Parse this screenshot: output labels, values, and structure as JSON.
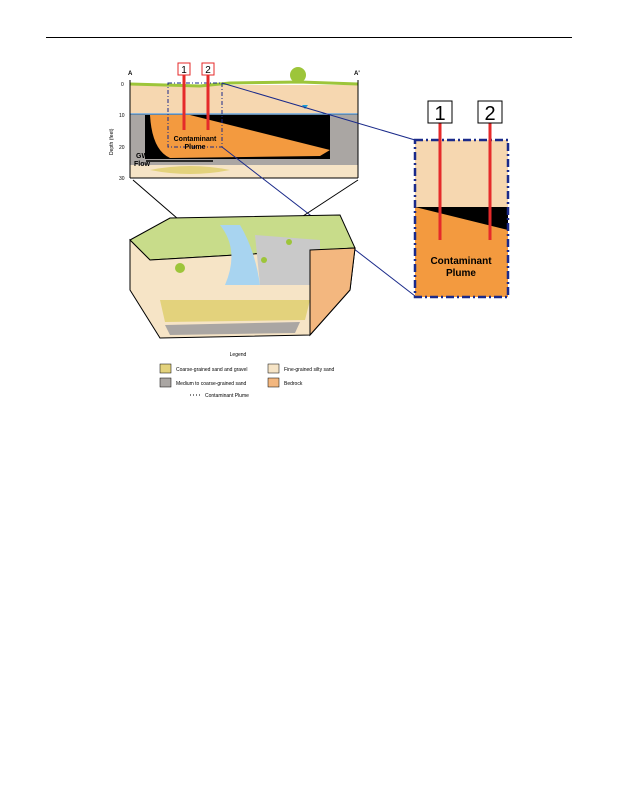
{
  "cross_section": {
    "label_a": "A",
    "label_a_prime": "A'",
    "y_axis_label": "Depth (feet)",
    "depth_ticks": [
      "0",
      "10",
      "20",
      "30"
    ],
    "well_1": "1",
    "well_2": "2",
    "plume_label_1": "Contaminant",
    "plume_label_2": "Plume",
    "flow_label_1": "GW",
    "flow_label_2": "Flow"
  },
  "inset": {
    "well_1": "1",
    "well_2": "2",
    "plume_label_1": "Contaminant",
    "plume_label_2": "Plume"
  },
  "legend": {
    "title": "Legend",
    "items": [
      {
        "label": "Coarse-grained sand and gravel",
        "color": "#e3d27c"
      },
      {
        "label": "Fine-grained silty sand",
        "color": "#f6e4c6"
      },
      {
        "label": "Medium to coarse-grained sand",
        "color": "#aaa6a3"
      },
      {
        "label": "Bedrock",
        "color": "#f3b77f"
      },
      {
        "label": "Contaminant Plume",
        "color": "#000000"
      }
    ]
  }
}
